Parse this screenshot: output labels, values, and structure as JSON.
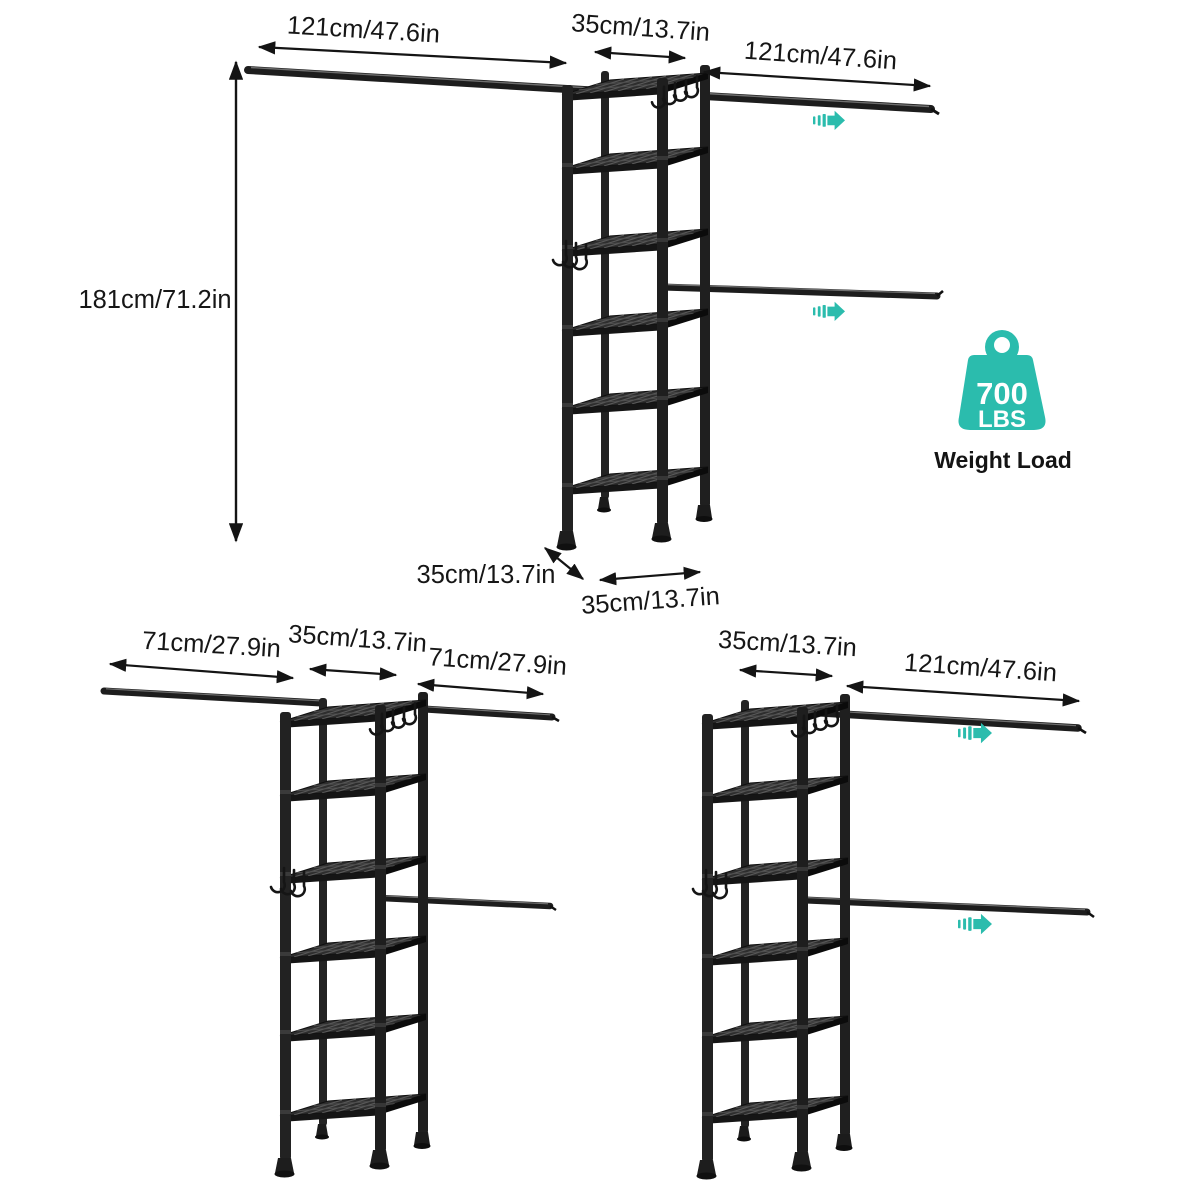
{
  "colors": {
    "accent_teal": "#2bbcad",
    "ink": "#141414",
    "rack_black": "#1d1d1d"
  },
  "icons": {
    "extend_arrow": "fast-forward-arrow",
    "weight": "kettlebell-weight"
  },
  "main_diagram": {
    "rod_left_length": "121cm/47.6in",
    "tower_width_top": "35cm/13.7in",
    "rod_right_length": "121cm/47.6in",
    "total_height": "181cm/71.2in",
    "tower_depth": "35cm/13.7in",
    "tower_width_bottom": "35cm/13.7in"
  },
  "left_diagram": {
    "rod_left_length": "71cm/27.9in",
    "tower_width_top": "35cm/13.7in",
    "rod_right_length": "71cm/27.9in"
  },
  "right_diagram": {
    "tower_width_top": "35cm/13.7in",
    "rod_right_length": "121cm/47.6in"
  },
  "weight_badge": {
    "value": "700",
    "unit": "LBS",
    "caption": "Weight Load"
  }
}
